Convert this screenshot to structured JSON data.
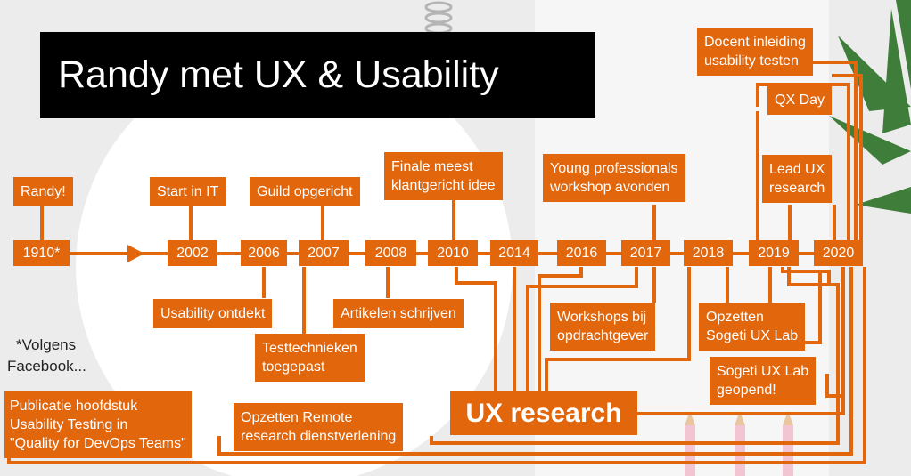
{
  "title": "Randy met UX & Usability",
  "years": [
    "1910*",
    "2002",
    "2006",
    "2007",
    "2008",
    "2010",
    "2014",
    "2016",
    "2017",
    "2018",
    "2019",
    "2020"
  ],
  "events": {
    "randy": "Randy!",
    "start_it": "Start in IT",
    "guild": "Guild opgericht",
    "finale_1": "Finale meest",
    "finale_2": "klantgericht idee",
    "young_1": "Young professionals",
    "young_2": "workshop avonden",
    "docent_1": "Docent inleiding",
    "docent_2": "usability testen",
    "qx_day": "QX Day",
    "lead_1": "Lead UX",
    "lead_2": "research",
    "usability_ontdekt": "Usability ontdekt",
    "artikelen": "Artikelen schrijven",
    "testtech_1": "Testtechnieken",
    "testtech_2": "toegepast",
    "workshops_1": "Workshops bij",
    "workshops_2": "opdrachtgever",
    "opzetten_lab_1": "Opzetten",
    "opzetten_lab_2": "Sogeti UX Lab",
    "lab_geopend_1": "Sogeti UX Lab",
    "lab_geopend_2": "geopend!",
    "publicatie_1": "Publicatie hoofdstuk",
    "publicatie_2": "Usability Testing in",
    "publicatie_3": "\"Quality for DevOps Teams\"",
    "remote_1": "Opzetten Remote",
    "remote_2": "research dienstverlening",
    "ux_research": "UX research"
  },
  "footnote": {
    "line1": "*Volgens",
    "line2": "Facebook..."
  },
  "colors": {
    "accent": "#e2660c",
    "title_bg": "#000000",
    "title_text": "#ffffff"
  }
}
